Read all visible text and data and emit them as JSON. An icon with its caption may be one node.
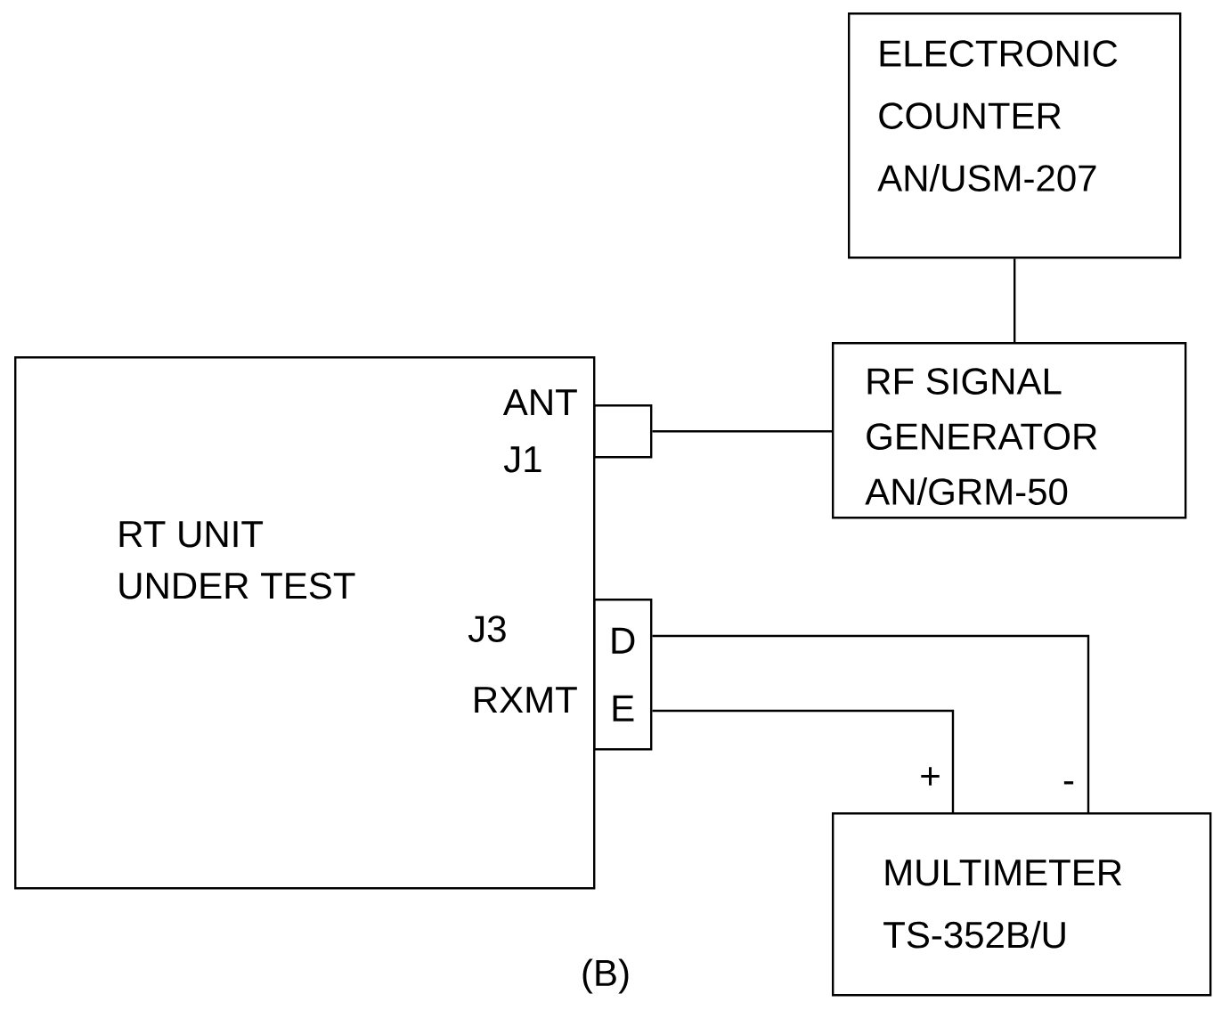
{
  "diagram": {
    "caption": "(B)",
    "nodes": [
      {
        "text": [
          "ELECTRONIC COUNTER AN/USM-207"
        ]
      },
      {
        "text": [
          "RF SIGNAL GENERATOR AN/GRM-50"
        ]
      },
      {
        "text": [
          "RT UNIT UNDER TEST"
        ]
      },
      {
        "text": [],
        "shape": "box"
      },
      {
        "text": [
          "D",
          "E"
        ]
      },
      {
        "text": [
          "MULTIMETER TS-352B/U"
        ]
      }
    ],
    "edges": [
      {
        "from": 0,
        "to": 1,
        "arrow": "none"
      },
      {
        "from": 3,
        "to": 1,
        "arrow": "none"
      },
      {
        "from": 4,
        "to": 5,
        "arrow": "none"
      },
      {
        "from": 4,
        "to": 5,
        "arrow": "none"
      }
    ],
    "labels": [
      "ANT",
      "J1",
      "J3",
      "RXMT",
      "+",
      "-"
    ]
  }
}
